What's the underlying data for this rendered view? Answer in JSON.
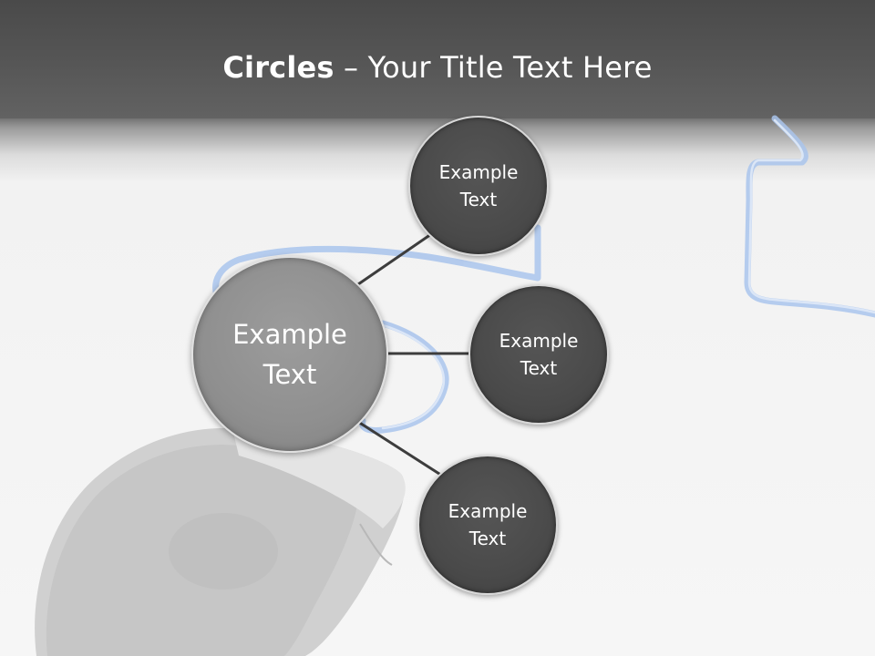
{
  "slide": {
    "title_bold": "Circles",
    "title_rest": " – Your Title Text Here"
  },
  "center": {
    "text": "Example\nText"
  },
  "nodes": [
    {
      "text": "Example\nText"
    },
    {
      "text": "Example\nText"
    },
    {
      "text": "Example\nText"
    }
  ],
  "colors": {
    "header": "#555555",
    "node_fill": "#4a4a4a",
    "center_fill": "#8f8f8f",
    "cable": "#a9c4ec"
  }
}
